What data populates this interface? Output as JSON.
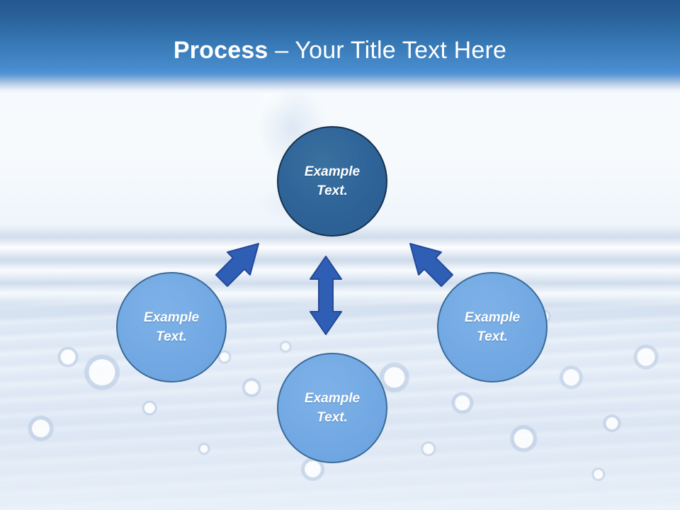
{
  "slide": {
    "title_strong": "Process",
    "title_rest": " – Your Title Text Here",
    "background": "water-surface-photo",
    "colors": {
      "header_top": "#23598F",
      "header_bottom": "#4A8DD0",
      "node_primary_fill": "#2F6499",
      "node_primary_border": "#16324E",
      "node_secondary_fill": "#74AAE4",
      "node_secondary_border": "#3A6A99",
      "arrow": "#2E5FB5",
      "arrow_outline": "#24499A",
      "title_text": "#FFFFFF",
      "node_text": "#FFFFFF",
      "canvas": "#EEF4FA"
    }
  },
  "diagram": {
    "type": "hub-and-spoke-process",
    "nodes": [
      {
        "id": "top",
        "line1": "Example",
        "line2": "Text.",
        "role": "primary"
      },
      {
        "id": "left",
        "line1": "Example",
        "line2": "Text.",
        "role": "secondary"
      },
      {
        "id": "bottom",
        "line1": "Example",
        "line2": "Text.",
        "role": "secondary"
      },
      {
        "id": "right",
        "line1": "Example",
        "line2": "Text.",
        "role": "secondary"
      }
    ],
    "connectors": [
      {
        "id": "top-left",
        "from": "top",
        "to": "left",
        "style": "double-headed",
        "direction": "diagonal-down-left"
      },
      {
        "id": "top-bottom",
        "from": "top",
        "to": "bottom",
        "style": "double-headed",
        "direction": "vertical"
      },
      {
        "id": "top-right",
        "from": "top",
        "to": "right",
        "style": "double-headed",
        "direction": "diagonal-down-right"
      }
    ]
  }
}
